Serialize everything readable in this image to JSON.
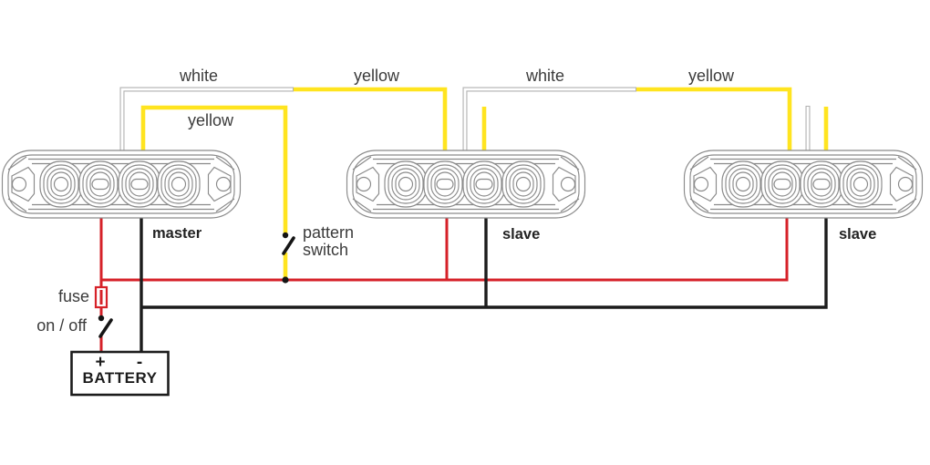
{
  "colors": {
    "yellow": "#ffe41f",
    "red": "#d62128",
    "black": "#1c1c1c",
    "gray": "#b0b0b0",
    "art": "#8a8a8a",
    "text": "#3b3b3b"
  },
  "labels": {
    "wire_white_1": "white",
    "wire_yellow_1": "yellow",
    "wire_white_2": "white",
    "wire_yellow_2": "yellow",
    "wire_yellow_master": "yellow",
    "light_master": "master",
    "light_slave_2": "slave",
    "light_slave_3": "slave",
    "pattern_switch_line1": "pattern",
    "pattern_switch_line2": "switch",
    "fuse": "fuse",
    "power_switch": "on / off",
    "battery_positive": "+",
    "battery_negative": "-",
    "battery": "BATTERY"
  }
}
